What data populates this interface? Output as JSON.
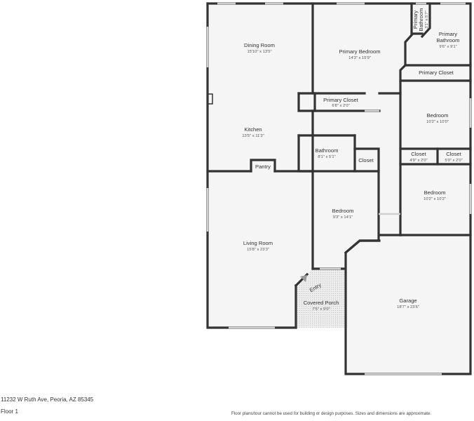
{
  "rooms": {
    "dining_room": {
      "name": "Dining Room",
      "dims": "15'10\" x 13'5\""
    },
    "primary_bedroom": {
      "name": "Primary Bedroom",
      "dims": "14'3\" x 15'9\""
    },
    "primary_bathroom_small": {
      "name1": "Primary",
      "name2": "Bathroom",
      "dims": "3'1\" x 5'7\""
    },
    "primary_bathroom": {
      "name1": "Primary",
      "name2": "Bathroom",
      "dims": "9'6\" x 9'1\""
    },
    "primary_closet_right": {
      "name": "Primary Closet"
    },
    "primary_closet_center": {
      "name": "Primary Closet",
      "dims": "6'8\" x 2'0\""
    },
    "kitchen": {
      "name": "Kitchen",
      "dims": "13'5\" x 11'3\""
    },
    "bedroom_upper": {
      "name": "Bedroom",
      "dims": "10'2\" x 10'0\""
    },
    "bathroom": {
      "name": "Bathroom",
      "dims": "8'1\" x 5'1\""
    },
    "closet_hall": {
      "name": "Closet"
    },
    "pantry": {
      "name": "Pantry"
    },
    "closet_left": {
      "name": "Closet",
      "dims": "4'9\" x 2'0\""
    },
    "closet_right": {
      "name": "Closet",
      "dims": "5'0\" x 2'0\""
    },
    "bedroom_lower": {
      "name": "Bedroom",
      "dims": "10'2\" x 10'2\""
    },
    "bedroom_center": {
      "name": "Bedroom",
      "dims": "9'3\" x 14'1\""
    },
    "living_room": {
      "name": "Living Room",
      "dims": "15'8\" x 23'3\""
    },
    "entry": {
      "name": "Entry"
    },
    "covered_porch": {
      "name": "Covered Porch",
      "dims": "7'5\" x 9'0\""
    },
    "garage": {
      "name": "Garage",
      "dims": "18'7\" x 23'6\""
    }
  },
  "footer": {
    "address": "11232 W Ruth Ave, Peoria, AZ 85345",
    "floor": "Floor 1",
    "disclaimer": "Floor plans/tour cannot be used for building or design purposes. Sizes and dimensions are approximate."
  },
  "colors": {
    "wall": "#333333",
    "floor": "#f5f5f5",
    "porch": "#e6e6e6",
    "window": "#d0d0d0"
  }
}
